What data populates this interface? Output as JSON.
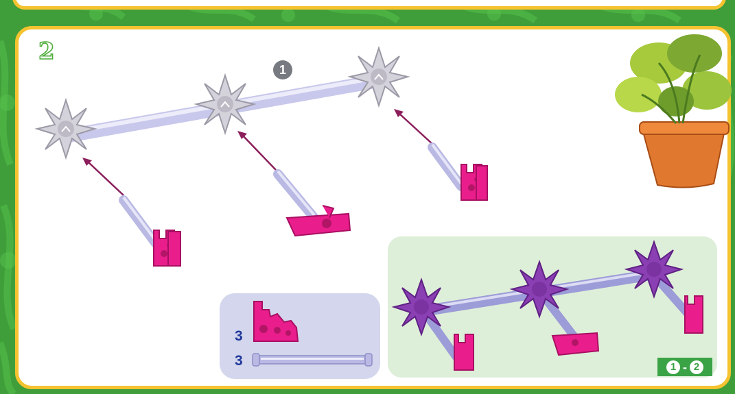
{
  "step_number": "2",
  "sub_step": "1",
  "parts": [
    {
      "quantity": "3",
      "part": "pink-corner-connector"
    },
    {
      "quantity": "3",
      "part": "purple-rod"
    }
  ],
  "range_badge": {
    "from": "1",
    "separator": "-",
    "to": "2"
  },
  "colors": {
    "background_green": "#3f9e3a",
    "panel_border_yellow": "#f5c330",
    "connector_pink": "#e91e8c",
    "connector_purple": "#8a3fb3",
    "rod_lavender": "#c8c8ec",
    "arrow_maroon": "#8b1e5b",
    "text_blue": "#20389a",
    "parts_box": "#d3d6ec",
    "result_box": "#deefd9"
  }
}
